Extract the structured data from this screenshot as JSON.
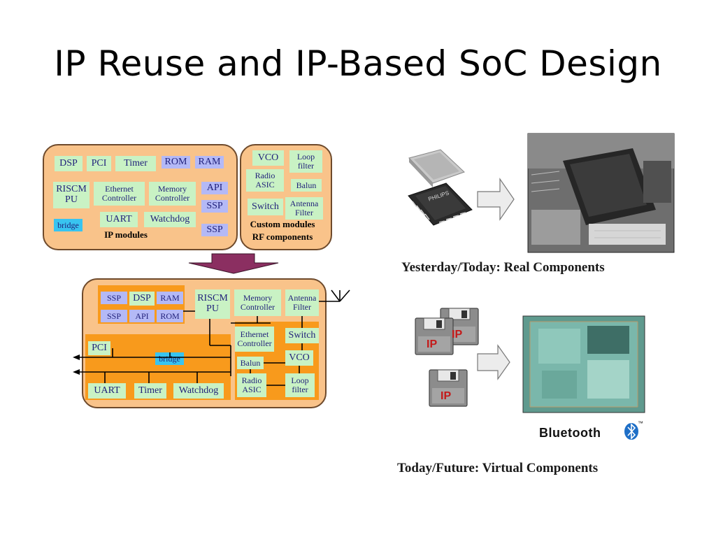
{
  "title": "IP Reuse and IP-Based SoC Design",
  "top_panel": {
    "ip_blocks": {
      "dsp": "DSP",
      "pci": "PCI",
      "timer": "Timer",
      "rom": "ROM",
      "ram": "RAM",
      "riscmpu": "RISCM\nPU",
      "ethernet": "Ethernet\nController",
      "memory": "Memory\nController",
      "api": "API",
      "ssp1": "SSP",
      "uart": "UART",
      "watchdog": "Watchdog",
      "bridge": "bridge",
      "ssp2": "SSP"
    },
    "ip_label": "IP modules",
    "rf_blocks": {
      "vco": "VCO",
      "loop": "Loop\nfilter",
      "radio": "Radio\nASIC",
      "balun": "Balun",
      "switch": "Switch",
      "antenna": "Antenna\nFilter"
    },
    "custom_label": "Custom modules",
    "rf_label": "RF components"
  },
  "soc_panel": {
    "ssp_a": "SSP",
    "dsp": "DSP",
    "ram": "RAM",
    "ssp_b": "SSP",
    "api": "API",
    "rom": "ROM",
    "riscmpu": "RISCM\nPU",
    "memory": "Memory\nController",
    "antenna": "Antenna\nFilter",
    "ethernet": "Ethernet\nController",
    "switch": "Switch",
    "pci": "PCI",
    "bridge": "bridge",
    "balun": "Balun",
    "vco": "VCO",
    "radio": "Radio\nASIC",
    "loop": "Loop\nfilter",
    "uart": "UART",
    "timer": "Timer",
    "watchdog": "Watchdog"
  },
  "captions": {
    "real": "Yesterday/Today: Real Components",
    "virtual": "Today/Future: Virtual Components"
  },
  "chip_marking": "PHILIPS",
  "ip_disks": [
    "IP",
    "IP",
    "IP"
  ],
  "bluetooth": {
    "text": "Bluetooth",
    "tm": "™"
  }
}
